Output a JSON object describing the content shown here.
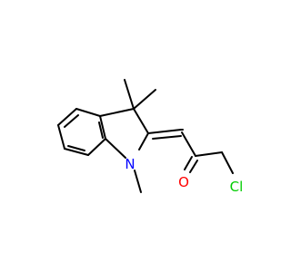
{
  "molecule": {
    "atoms": {
      "nitrogen": {
        "label": "N",
        "color": "#0000FF"
      },
      "oxygen": {
        "label": "O",
        "color": "#FF0000"
      },
      "chlorine": {
        "label": "Cl",
        "color": "#00CC00"
      }
    }
  }
}
